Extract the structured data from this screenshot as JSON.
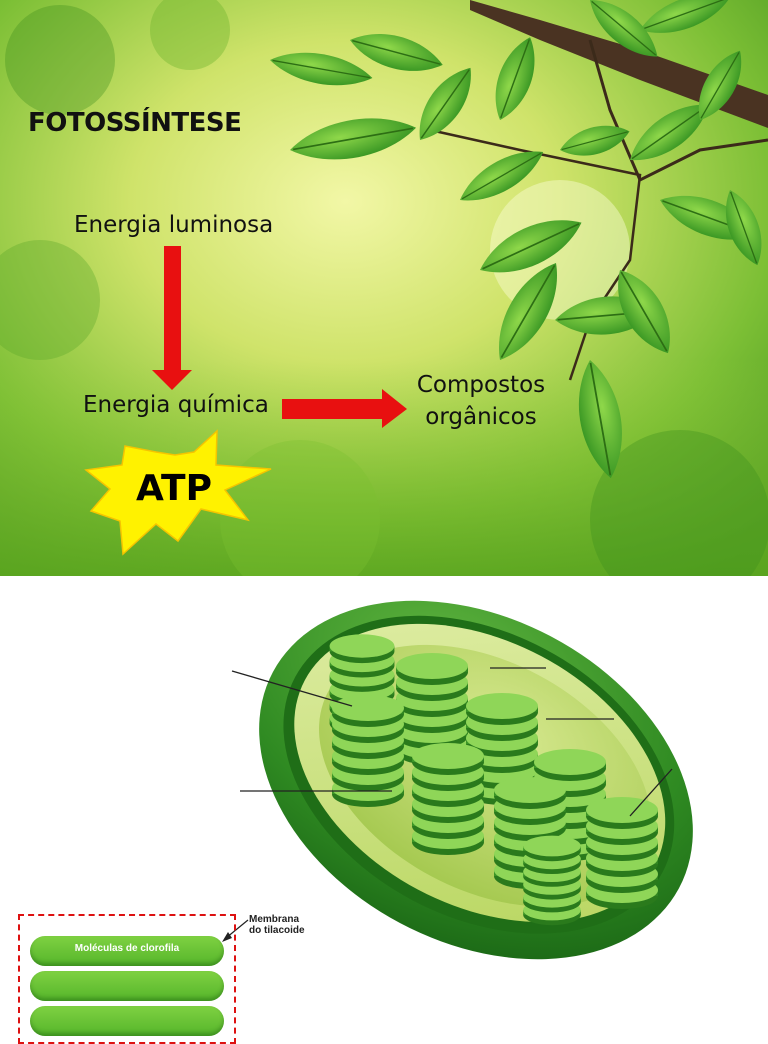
{
  "slide": {
    "title": "FOTOSSÍNTESE",
    "energy_light": "Energia luminosa",
    "energy_chemical": "Energia química",
    "compounds_line1": "Compostos",
    "compounds_line2": "orgânicos",
    "atp": "ATP",
    "colors": {
      "arrow": "#e81010",
      "starburst": "#fff200",
      "leaves": "#3f9a1e"
    }
  },
  "chloroplast": {
    "legend": {
      "disc_label": "Moléculas de clorofila",
      "membrane_label": "Membrana\ndo tilacoide"
    },
    "colors": {
      "outer": "#2f8a22",
      "inner": "#c9e070",
      "grana": "#5cb536"
    }
  }
}
